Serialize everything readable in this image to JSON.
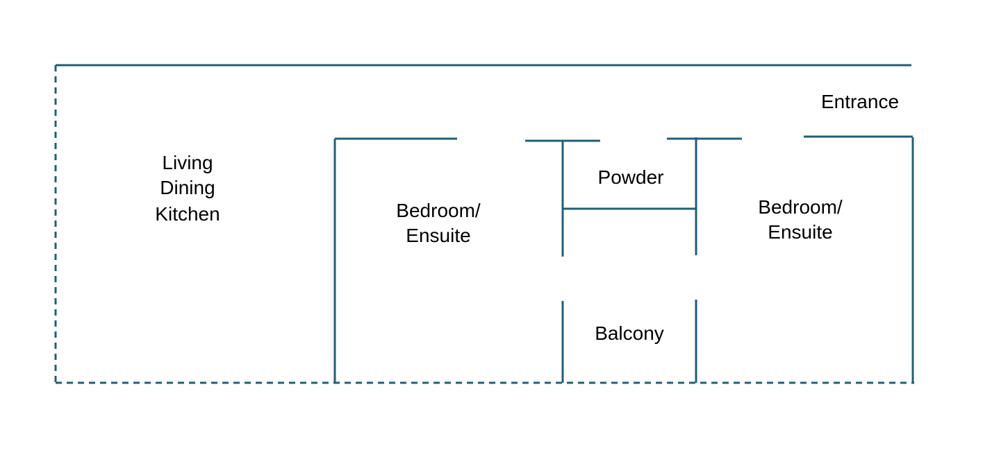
{
  "diagram": {
    "type": "floor-plan",
    "wall_color": "#1f5f7a",
    "rooms": {
      "living": {
        "lines": [
          "Living",
          "Dining",
          "Kitchen"
        ]
      },
      "bedroom_left": {
        "lines": [
          "Bedroom/",
          "Ensuite"
        ]
      },
      "powder": {
        "label": "Powder"
      },
      "balcony": {
        "label": "Balcony"
      },
      "bedroom_right": {
        "lines": [
          "Bedroom/",
          "Ensuite"
        ]
      },
      "entrance": {
        "label": "Entrance"
      }
    }
  }
}
